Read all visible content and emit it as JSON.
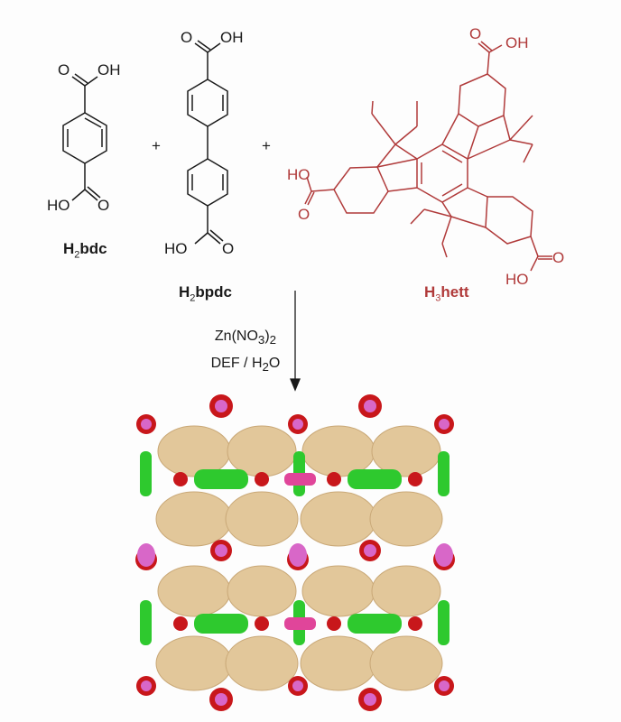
{
  "reactants": [
    {
      "id": "h2bdc",
      "prefix": "H",
      "sub": "2",
      "suffix": "bdc",
      "groups": [
        "OH",
        "O",
        "HO",
        "O"
      ],
      "color": "#1a1a1a"
    },
    {
      "id": "h2bpdc",
      "prefix": "H",
      "sub": "2",
      "suffix": "bpdc",
      "groups": [
        "OH",
        "O",
        "HO",
        "O"
      ],
      "color": "#1a1a1a"
    },
    {
      "id": "h3hett",
      "prefix": "H",
      "sub": "3",
      "suffix": "hett",
      "groups": [
        "OH",
        "O",
        "HO",
        "O",
        "HO",
        "O"
      ],
      "color": "#b03a3a"
    }
  ],
  "plus_signs": [
    "+",
    "+"
  ],
  "conditions": {
    "reagent": "Zn(NO3)2",
    "reagent_base": "Zn(NO",
    "reagent_sub1": "3",
    "reagent_close": ")",
    "reagent_sub2": "2",
    "solvent_pre": "DEF / H",
    "solvent_sub": "2",
    "solvent_post": "O"
  },
  "product": {
    "description": "MOF framework space-filling model",
    "colors": {
      "zn_node": "#d867c8",
      "oxygen": "#c8171b",
      "carbon_hett": "#e2c79a",
      "bdc_linker": "#2ec92e",
      "bpdc_linker": "#e0459a"
    }
  }
}
